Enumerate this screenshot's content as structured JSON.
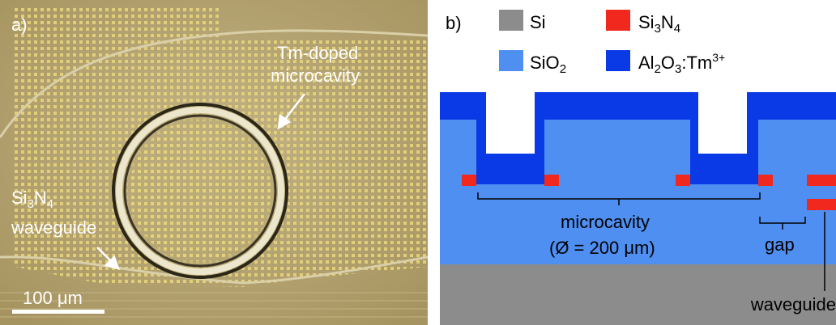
{
  "panel_a": {
    "label": "a)",
    "cavity_label_line1": "Tm-doped",
    "cavity_label_line2": "microcavity",
    "waveguide_label_base": "Si",
    "waveguide_label_sub1": "3",
    "waveguide_label_n": "N",
    "waveguide_label_sub2": "4",
    "waveguide_label_line2": "waveguide",
    "scalebar_label": "100 μm"
  },
  "panel_b": {
    "label": "b)",
    "legend": {
      "si": "Si",
      "si3n4_base": "Si",
      "si3n4_sub1": "3",
      "si3n4_n": "N",
      "si3n4_sub2": "4",
      "sio2_base": "SiO",
      "sio2_sub": "2",
      "al2o3_base": "Al",
      "al2o3_sub1": "2",
      "al2o3_o": "O",
      "al2o3_sub2": "3",
      "al2o3_tm": ":Tm",
      "al2o3_sup": "3+"
    },
    "colors": {
      "si": "#8c8c8c",
      "si3n4": "#f0281e",
      "sio2": "#4f8ff2",
      "al2o3": "#0a3ae6"
    },
    "microcavity_label": "microcavity",
    "diameter_label": "(Ø = 200 μm)",
    "gap_label": "gap",
    "waveguide_label": "waveguide"
  }
}
